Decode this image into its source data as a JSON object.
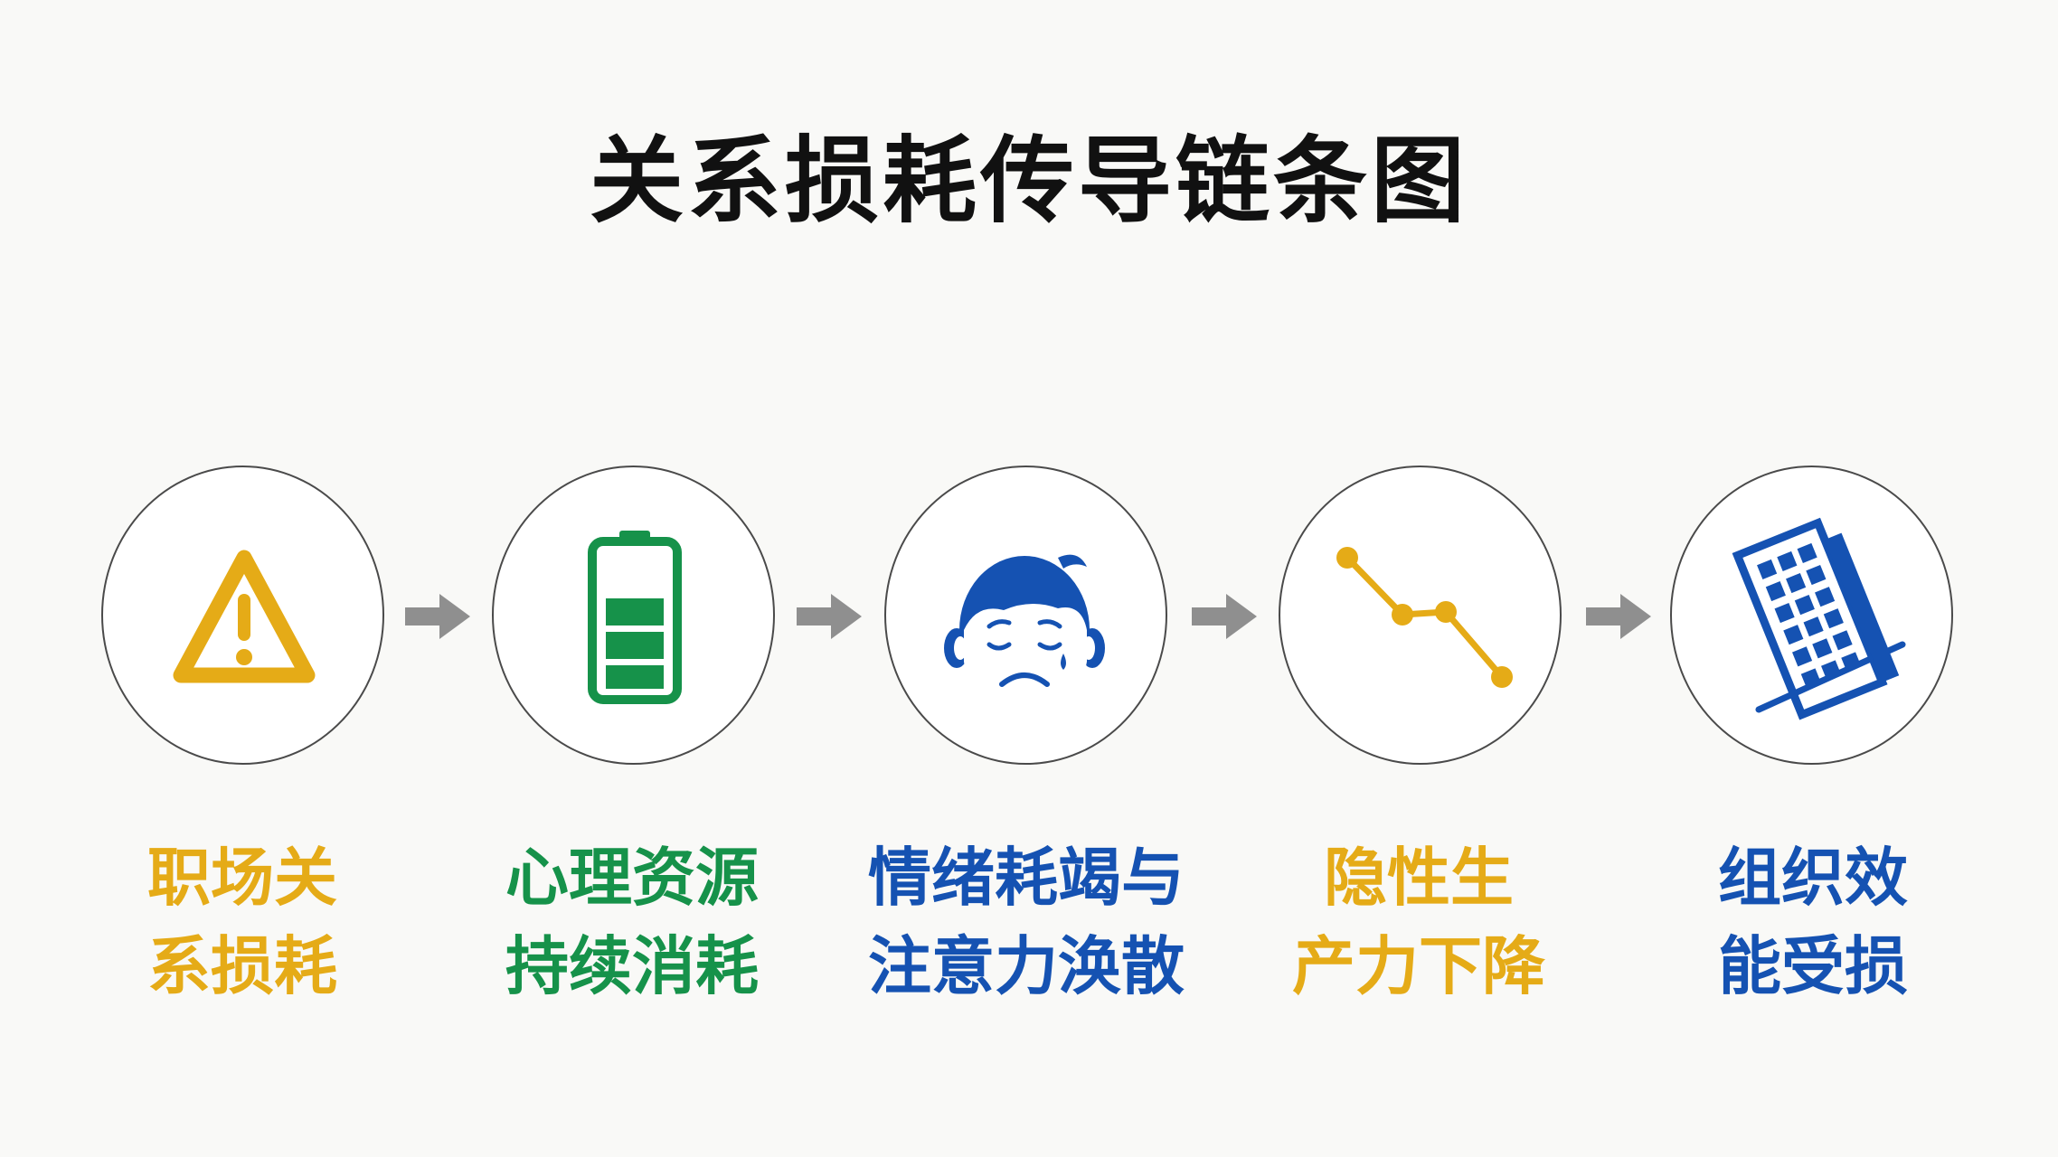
{
  "title": "关系损耗传导链条图",
  "colors": {
    "yellow": "#e5ab17",
    "green": "#16924a",
    "blue": "#1552b2",
    "arrow": "#8f8f8f",
    "circle_border": "#4a4a4a"
  },
  "steps": [
    {
      "icon": "warning-triangle-icon",
      "color": "#e5ab17",
      "label_line1": "职场关",
      "label_line2": "系损耗"
    },
    {
      "icon": "battery-icon",
      "color": "#16924a",
      "label_line1": "心理资源",
      "label_line2": "持续消耗"
    },
    {
      "icon": "sad-face-icon",
      "color": "#1552b2",
      "label_line1": "情绪耗竭与",
      "label_line2": "注意力涣散"
    },
    {
      "icon": "declining-line-icon",
      "color": "#e5ab17",
      "label_line1": "隐性生",
      "label_line2": "产力下降"
    },
    {
      "icon": "falling-building-icon",
      "color": "#1552b2",
      "label_line1": "组织效",
      "label_line2": "能受损"
    }
  ],
  "connectors": [
    {
      "icon": "right-arrow-icon"
    },
    {
      "icon": "right-arrow-icon"
    },
    {
      "icon": "right-arrow-icon"
    },
    {
      "icon": "right-arrow-icon"
    }
  ]
}
